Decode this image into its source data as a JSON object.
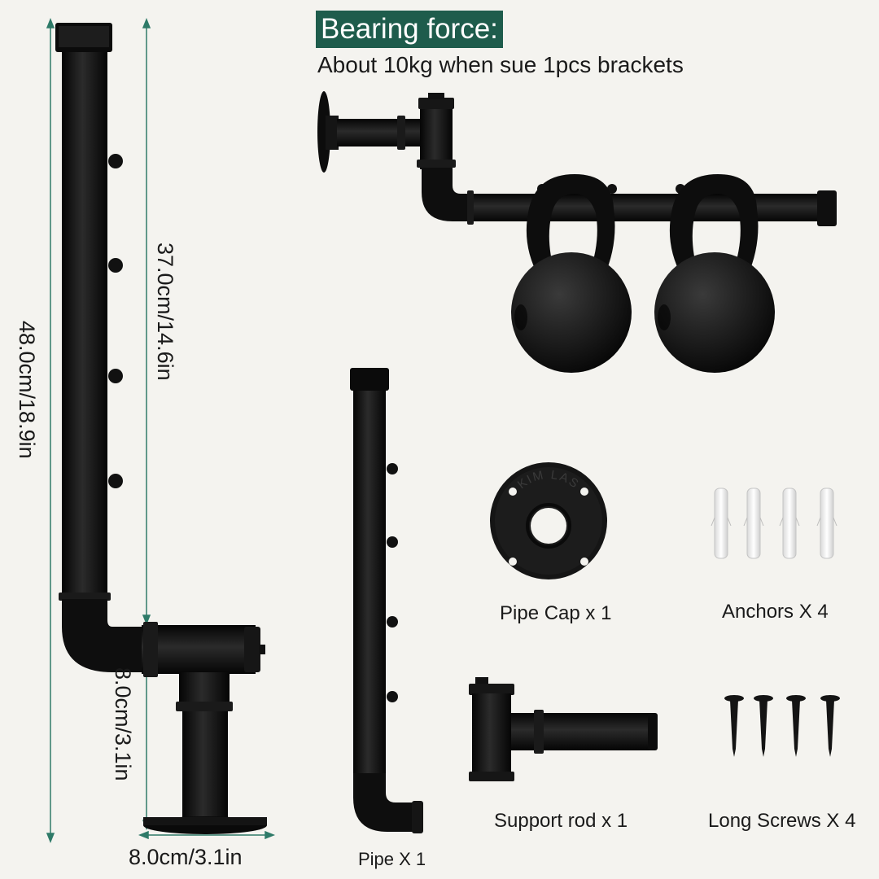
{
  "bearing": {
    "heading": "Bearing force:",
    "description": "About 10kg when sue 1pcs brackets"
  },
  "dimensions": {
    "total_height": "48.0cm/18.9in",
    "upper_height": "37.0cm/14.6in",
    "lower_height": "8.0cm/3.1in",
    "base_width": "8.0cm/3.1in"
  },
  "parts": {
    "pipe": "Pipe X 1",
    "pipe_cap": "Pipe Cap x 1",
    "anchors": "Anchors X 4",
    "support_rod": "Support rod x 1",
    "long_screws": "Long Screws X 4"
  },
  "flange_stamp": "KIM LAS",
  "colors": {
    "background": "#f4f3ef",
    "heading_bg": "#1e5c4c",
    "dimension_line": "#2e7a68",
    "metal": "#111111"
  }
}
